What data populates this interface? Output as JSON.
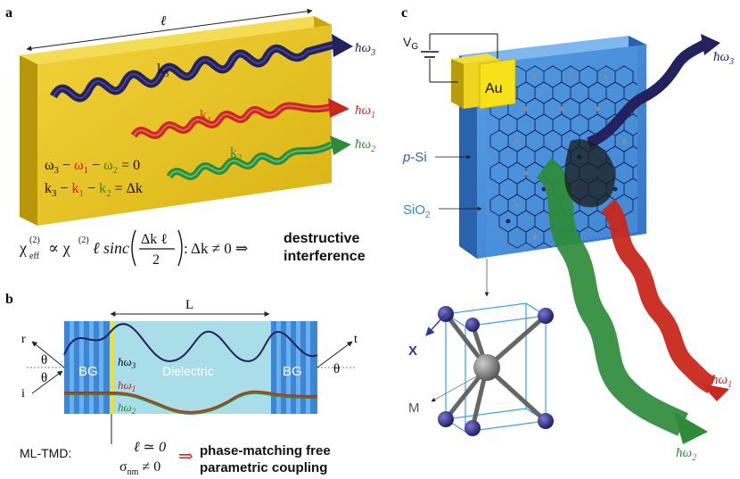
{
  "panels": {
    "a": {
      "tag": "a",
      "length_label": "ℓ",
      "beams": [
        {
          "wave": "k3",
          "k_label": "k",
          "k_sub": "3",
          "omega_label": "ħω",
          "omega_sub": "3",
          "color": "#23215e"
        },
        {
          "wave": "k1",
          "k_label": "k",
          "k_sub": "1",
          "omega_label": "ħω",
          "omega_sub": "1",
          "color": "#c8281e"
        },
        {
          "wave": "k2",
          "k_label": "k",
          "k_sub": "2",
          "omega_label": "ħω",
          "omega_sub": "2",
          "color": "#2e8b3a"
        }
      ],
      "eq1": {
        "a": "ω",
        "a_sub": "3",
        "m1": " − ",
        "b": "ω",
        "b_sub": "1",
        "m2": " − ",
        "c": "ω",
        "c_sub": "2",
        "rhs": " = 0"
      },
      "eq2": {
        "a": "k",
        "a_sub": "3",
        "m1": " − ",
        "b": "k",
        "b_sub": "1",
        "m2": " − ",
        "c": "k",
        "c_sub": "2",
        "rhs": " = Δk"
      },
      "formula": {
        "chi": "χ",
        "chi_sup": "(2)",
        "chi_sub": "eff",
        "propto": " ∝ χ",
        "propto_sup": "(2)",
        "ell_sinc": "ℓ sinc",
        "frac_num": "Δk ℓ",
        "frac_den": "2",
        "condition": ":  Δk ≠ 0  ⇒",
        "result_line1": "destructive",
        "result_line2": "interference"
      },
      "block_color": "#e6c21a"
    },
    "b": {
      "tag": "b",
      "length_label": "L",
      "left_mirror": "BG",
      "right_mirror": "BG",
      "center_label": "Dielectric",
      "r_label": "r",
      "i_label": "i",
      "t_label": "t",
      "theta": "θ",
      "w3": {
        "label": "ħω",
        "sub": "3"
      },
      "w1": {
        "label": "ħω",
        "sub": "1"
      },
      "w2": {
        "label": "ħω",
        "sub": "2"
      },
      "ml_label": "ML-TMD:",
      "cond1": "ℓ ≃ 0",
      "cond2_a": "σ",
      "cond2_sub": "nm",
      "cond2_b": " ≠ 0",
      "arrow": "⇒",
      "result_line1": "phase-matching free",
      "result_line2": "parametric coupling"
    },
    "c": {
      "tag": "c",
      "vg": "V",
      "vg_sub": "G",
      "au": "Au",
      "psi_a": "p",
      "psi_b": "-Si",
      "sio2_a": "SiO",
      "sio2_sub": "2",
      "x_label": "X",
      "m_label": "M",
      "w3": {
        "label": "ħω",
        "sub": "3"
      },
      "w1": {
        "label": "ħω",
        "sub": "1"
      },
      "w2": {
        "label": "ħω",
        "sub": "2"
      }
    }
  },
  "colors": {
    "navy": "#23215e",
    "red": "#c8281e",
    "green": "#2e8b3a",
    "gold": "#e6c21a",
    "blue": "#3d86d6",
    "cyan": "#a9dde8"
  }
}
